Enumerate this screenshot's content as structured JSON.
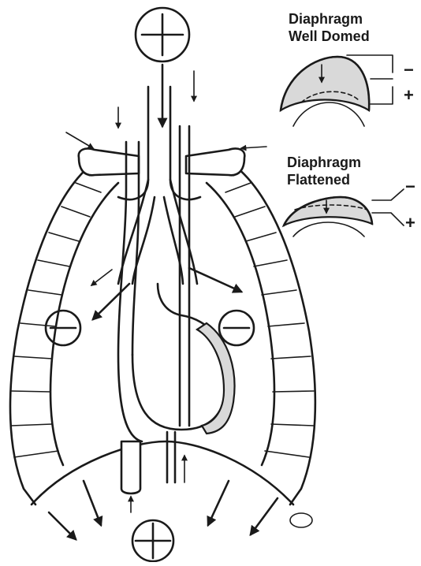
{
  "labels": {
    "domed_line1": "Diaphragm",
    "domed_line2": "Well Domed",
    "flat_line1": "Diaphragm",
    "flat_line2": "Flattened",
    "domed_minus": "−",
    "domed_plus": "+",
    "flat_minus": "−",
    "flat_plus": "+"
  },
  "pressure_symbols": {
    "top": "plus",
    "bottom": "plus",
    "left_lung": "minus",
    "right_lung": "minus"
  },
  "colors": {
    "ink": "#1a1a1a",
    "shade": "#d9d9d9",
    "background": "#ffffff"
  }
}
